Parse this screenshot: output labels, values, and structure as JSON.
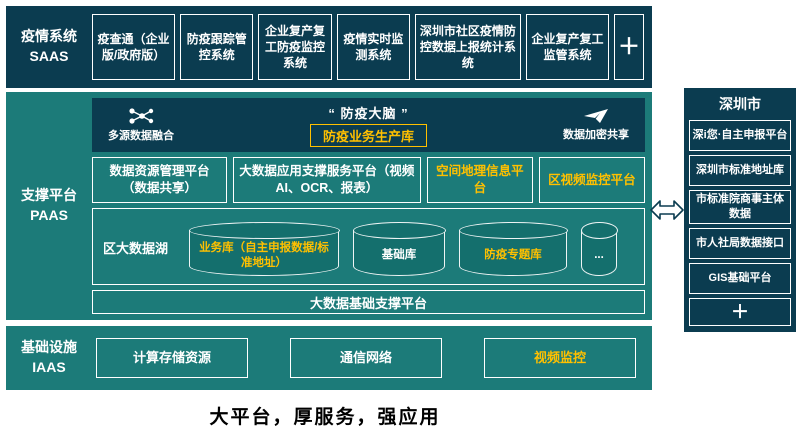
{
  "caption": "大平台，厚服务，强应用",
  "colors": {
    "navy": "#0b3c50",
    "teal": "#1c7b79",
    "accent_yellow": "#ffc000"
  },
  "icons": {
    "left_of_brain": "network-fusion-icon",
    "right_of_brain": "plane-icon",
    "between_panels": "double-arrow-icon"
  },
  "saas": {
    "label_cn": "疫情系统",
    "label_en": "SAAS",
    "boxes": [
      {
        "label": "疫查通（企业版/政府版）"
      },
      {
        "label": "防疫跟踪管控系统"
      },
      {
        "label": "企业复产复工防疫监控系统"
      },
      {
        "label": "疫情实时监测系统"
      },
      {
        "label": "深圳市社区疫情防控数据上报统计系统"
      },
      {
        "label": "企业复产复工监管系统"
      },
      {
        "label": "＋"
      }
    ]
  },
  "paas": {
    "label_cn": "支撑平台",
    "label_en": "PAAS",
    "brain": {
      "title": "“ 防疫大脑 ”",
      "left_caption": "多源数据融合",
      "center_box": "防疫业务生产库",
      "right_caption": "数据加密共享"
    },
    "platforms": [
      {
        "label": "数据资源管理平台（数据共享）"
      },
      {
        "label": "大数据应用支撑服务平台（视频AI、OCR、报表）"
      },
      {
        "label": "空间地理信息平台"
      },
      {
        "label": "区视频监控平台"
      }
    ],
    "lake": {
      "label": "区大数据湖",
      "cylinders": [
        {
          "label": "业务库（自主申报数据/标准地址）"
        },
        {
          "label": "基础库"
        },
        {
          "label": "防疫专题库"
        },
        {
          "label": "..."
        }
      ]
    },
    "base_bar": "大数据基础支撑平台"
  },
  "iaas": {
    "label_cn": "基础设施",
    "label_en": "IAAS",
    "boxes": [
      {
        "label": "计算存储资源"
      },
      {
        "label": "通信网络"
      },
      {
        "label": "视频监控"
      }
    ]
  },
  "right_panel": {
    "title": "深圳市",
    "boxes": [
      "深i您·自主申报平台",
      "深圳市标准地址库",
      "市标准院商事主体数据",
      "市人社局数据接口",
      "GIS基础平台",
      "＋"
    ]
  }
}
